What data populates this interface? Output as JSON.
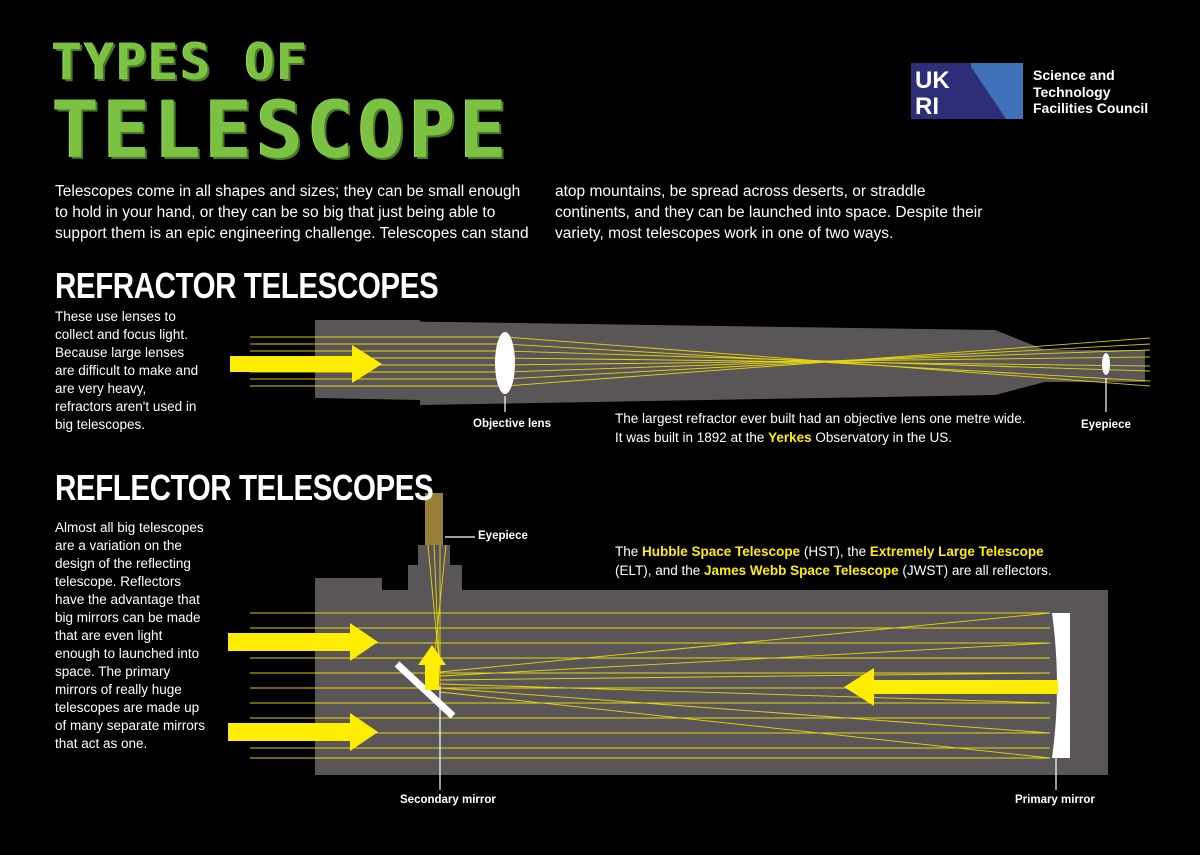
{
  "header": {
    "title_line1": "TYPES OF",
    "title_line2": "TELESCOPE"
  },
  "logo": {
    "letters_top": "UK",
    "letters_bottom": "RI",
    "council_line1": "Science and",
    "council_line2": "Technology",
    "council_line3": "Facilities Council",
    "colors": {
      "navy": "#2e2d78",
      "blue": "#3f71b8"
    }
  },
  "intro": {
    "left": "Telescopes come in all shapes and sizes; they can be small enough to hold in your hand, or they can be so big that just being able to support them is an epic engineering challenge. Telescopes can stand",
    "right": "atop mountains, be spread across deserts, or straddle continents, and they can be launched into space. Despite their variety, most telescopes work in one of two ways."
  },
  "refractor": {
    "heading": "REFRACTOR TELESCOPES",
    "description": "These use lenses to collect and focus light. Because large lenses are difficult to make and are very heavy, refractors aren't used in big telescopes.",
    "note_part1": "The largest refractor ever built had an objective lens one metre wide. It was built in 1892 at the ",
    "note_highlight": "Yerkes",
    "note_part2": " Observatory in the US.",
    "label_objective": "Objective lens",
    "label_eyepiece": "Eyepiece"
  },
  "reflector": {
    "heading": "REFLECTOR TELESCOPES",
    "description": "Almost all big telescopes are a variation on the design of the reflecting telescope. Reflectors have the advantage that big mirrors can be made that are even light enough to launched into space. The primary mirrors of really huge telescopes are made up of many separate mirrors that act as one.",
    "note_t1": "The ",
    "note_h1": "Hubble Space Telescope",
    "note_t2": " (HST), the ",
    "note_h2": "Extremely Large Telescope",
    "note_t3": " (ELT), and the ",
    "note_h3": "James Webb Space Telescope",
    "note_t4": " (JWST) are all reflectors.",
    "label_eyepiece": "Eyepiece",
    "label_secondary": "Secondary mirror",
    "label_primary": "Primary mirror"
  },
  "colors": {
    "background": "#000000",
    "title_green": "#7cc242",
    "tube_grey": "#5a5658",
    "light_yellow": "#ffed00",
    "highlight_yellow": "#ffed00"
  }
}
